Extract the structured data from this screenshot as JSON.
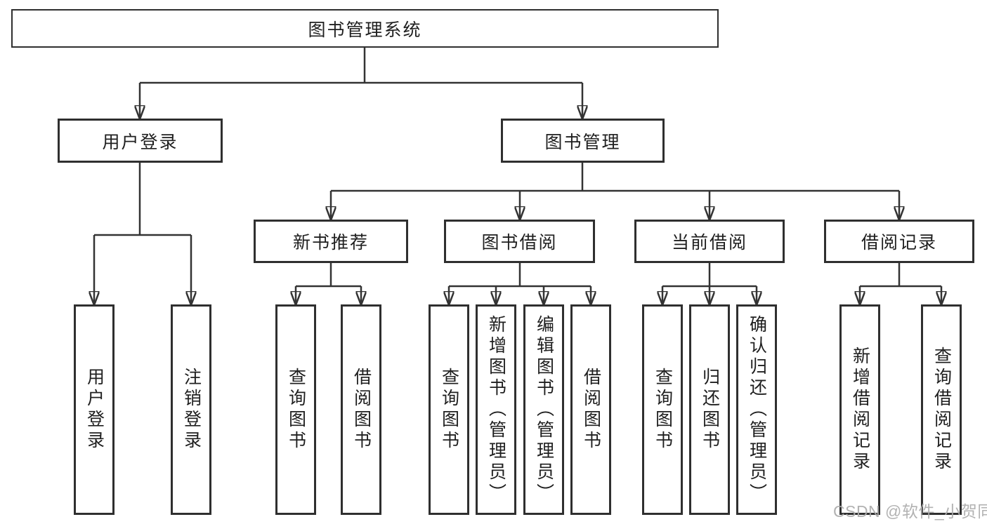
{
  "diagram_title": "图书管理系统",
  "tree": {
    "label": "图书管理系统",
    "children": [
      {
        "label": "用户登录",
        "children": [
          {
            "label": "用户登录"
          },
          {
            "label": "注销登录"
          }
        ]
      },
      {
        "label": "图书管理",
        "children": [
          {
            "label": "新书推荐",
            "children": [
              {
                "label": "查询图书"
              },
              {
                "label": "借阅图书"
              }
            ]
          },
          {
            "label": "图书借阅",
            "children": [
              {
                "label": "查询图书"
              },
              {
                "label": "新增图书（管理员）"
              },
              {
                "label": "编辑图书（管理员）"
              },
              {
                "label": "借阅图书"
              }
            ]
          },
          {
            "label": "当前借阅",
            "children": [
              {
                "label": "查询图书"
              },
              {
                "label": "归还图书"
              },
              {
                "label": "确认归还（管理员）"
              }
            ]
          },
          {
            "label": "借阅记录",
            "children": [
              {
                "label": "新增借阅记录"
              },
              {
                "label": "查询借阅记录"
              }
            ]
          }
        ]
      }
    ]
  },
  "watermark": "CSDN @软件_小贺同学",
  "colors": {
    "line": "#333333",
    "box_border": "#2f2f2f",
    "text": "#1f1f1f",
    "watermark": "#ababab",
    "background": "#ffffff"
  }
}
